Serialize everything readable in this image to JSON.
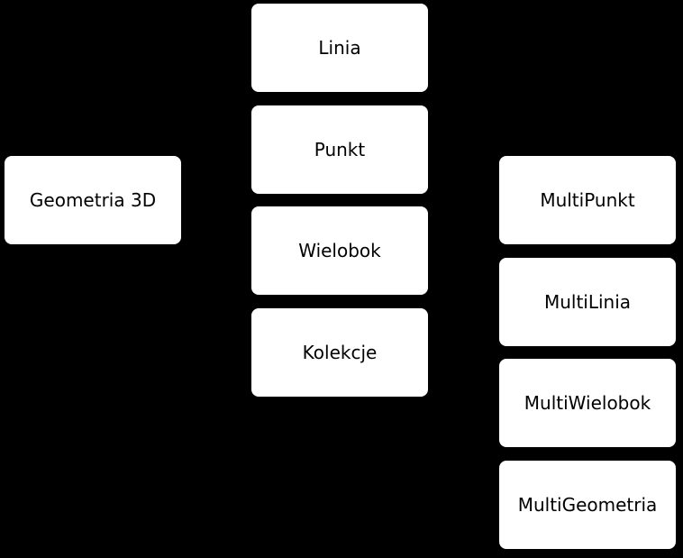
{
  "diagram": {
    "background_color": "#000000",
    "node_color": "#ffffff",
    "text_color": "#000000",
    "root": {
      "label": "Geometria 3D"
    },
    "level1": [
      {
        "label": "Linia"
      },
      {
        "label": "Punkt"
      },
      {
        "label": "Wielobok"
      },
      {
        "label": "Kolekcje"
      }
    ],
    "level2": [
      {
        "label": "MultiPunkt"
      },
      {
        "label": "MultiLinia"
      },
      {
        "label": "MultiWielobok"
      },
      {
        "label": "MultiGeometria"
      }
    ]
  }
}
